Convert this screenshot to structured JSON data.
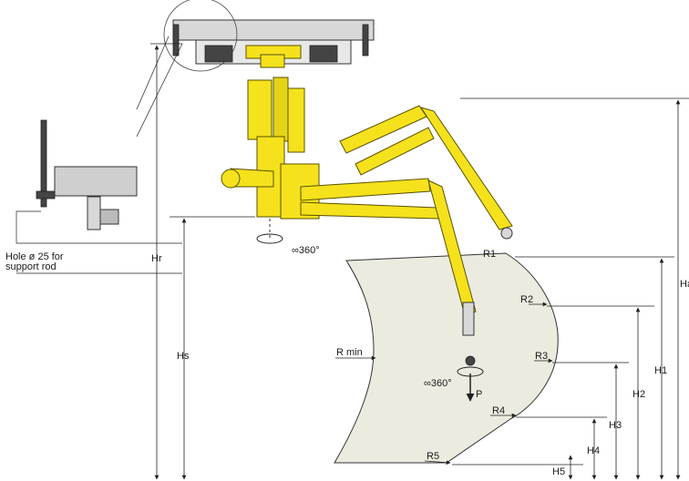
{
  "labels": {
    "hole_note_line1": "Hole ø 25 for",
    "hole_note_line2": "support rod",
    "rot_top": "∞360°",
    "rot_bottom": "∞360°",
    "load": "P",
    "hr": "Hr",
    "hs": "Hs",
    "rmin": "R min",
    "r1": "R1",
    "r2": "R2",
    "r3": "R3",
    "r4": "R4",
    "r5": "R5",
    "ha": "Ha",
    "h1": "H1",
    "h2": "H2",
    "h3": "H3",
    "h4": "H4",
    "h5": "H5"
  },
  "colors": {
    "arm": "#f5e21c",
    "envelope": "#ecebe0",
    "steel": "#d8d8d8"
  }
}
